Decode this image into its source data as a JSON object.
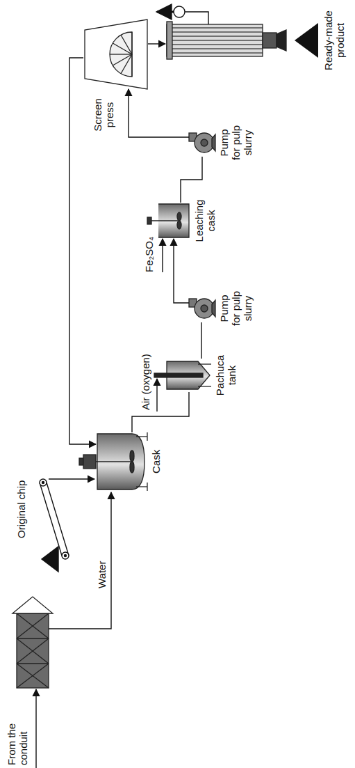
{
  "diagram": {
    "nodes": [
      {
        "text": [
          "Cask"
        ]
      },
      {
        "text": [
          "Pachuca tank"
        ]
      },
      {
        "text": [
          "Pump for pulp slurry"
        ]
      },
      {
        "text": [
          "Leaching cask"
        ]
      },
      {
        "text": [
          "Pump for pulp slurry"
        ]
      },
      {
        "text": [
          "Screen press"
        ]
      },
      {
        "text": [
          "Ready-made product"
        ]
      }
    ],
    "edges": [
      {
        "from": 0,
        "to": 1,
        "arrow": "none"
      },
      {
        "from": 1,
        "to": 2,
        "arrow": "none"
      },
      {
        "from": 2,
        "to": 3,
        "arrow": "to"
      },
      {
        "from": 3,
        "to": 4,
        "arrow": "none"
      },
      {
        "from": 4,
        "to": 5,
        "arrow": "to"
      },
      {
        "from": 5,
        "to": 0,
        "arrow": "to"
      }
    ],
    "labels": [
      "From the conduit",
      "Water",
      "Original chip",
      "Air (oxygen)",
      "Fe₂SO₄"
    ]
  }
}
